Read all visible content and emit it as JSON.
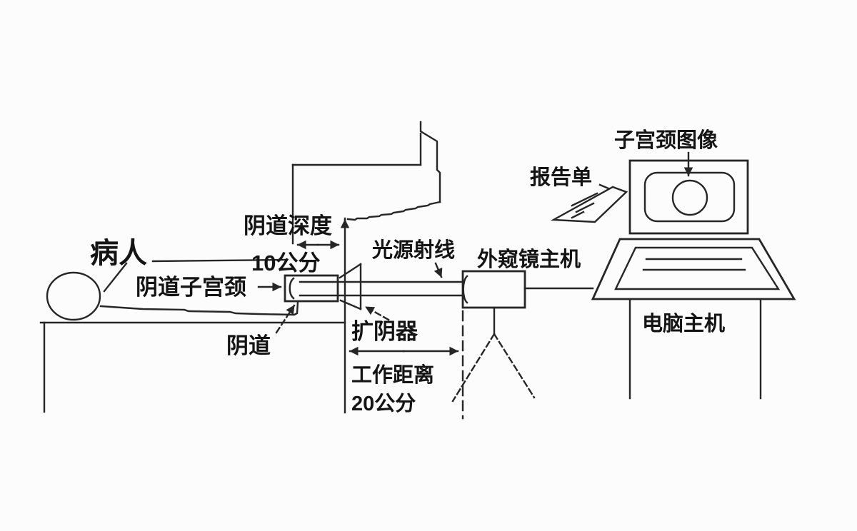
{
  "diagram": {
    "labels": {
      "patient": "病人",
      "vaginal_depth": "阴道深度",
      "vaginal_depth_value": "10公分",
      "vaginal_cervix": "阴道子宫颈",
      "vagina": "阴道",
      "speculum": "扩阴器",
      "light_source_ray": "光源射线",
      "colposcope_main_unit": "外窥镜主机",
      "working_distance": "工作距离",
      "working_distance_value": "20公分",
      "report_sheet": "报告单",
      "cervix_image": "子宫颈图像",
      "computer_main_unit": "电脑主机"
    },
    "colors": {
      "line": "#262626",
      "text": "#141414",
      "background": "#fcfcfc"
    }
  }
}
